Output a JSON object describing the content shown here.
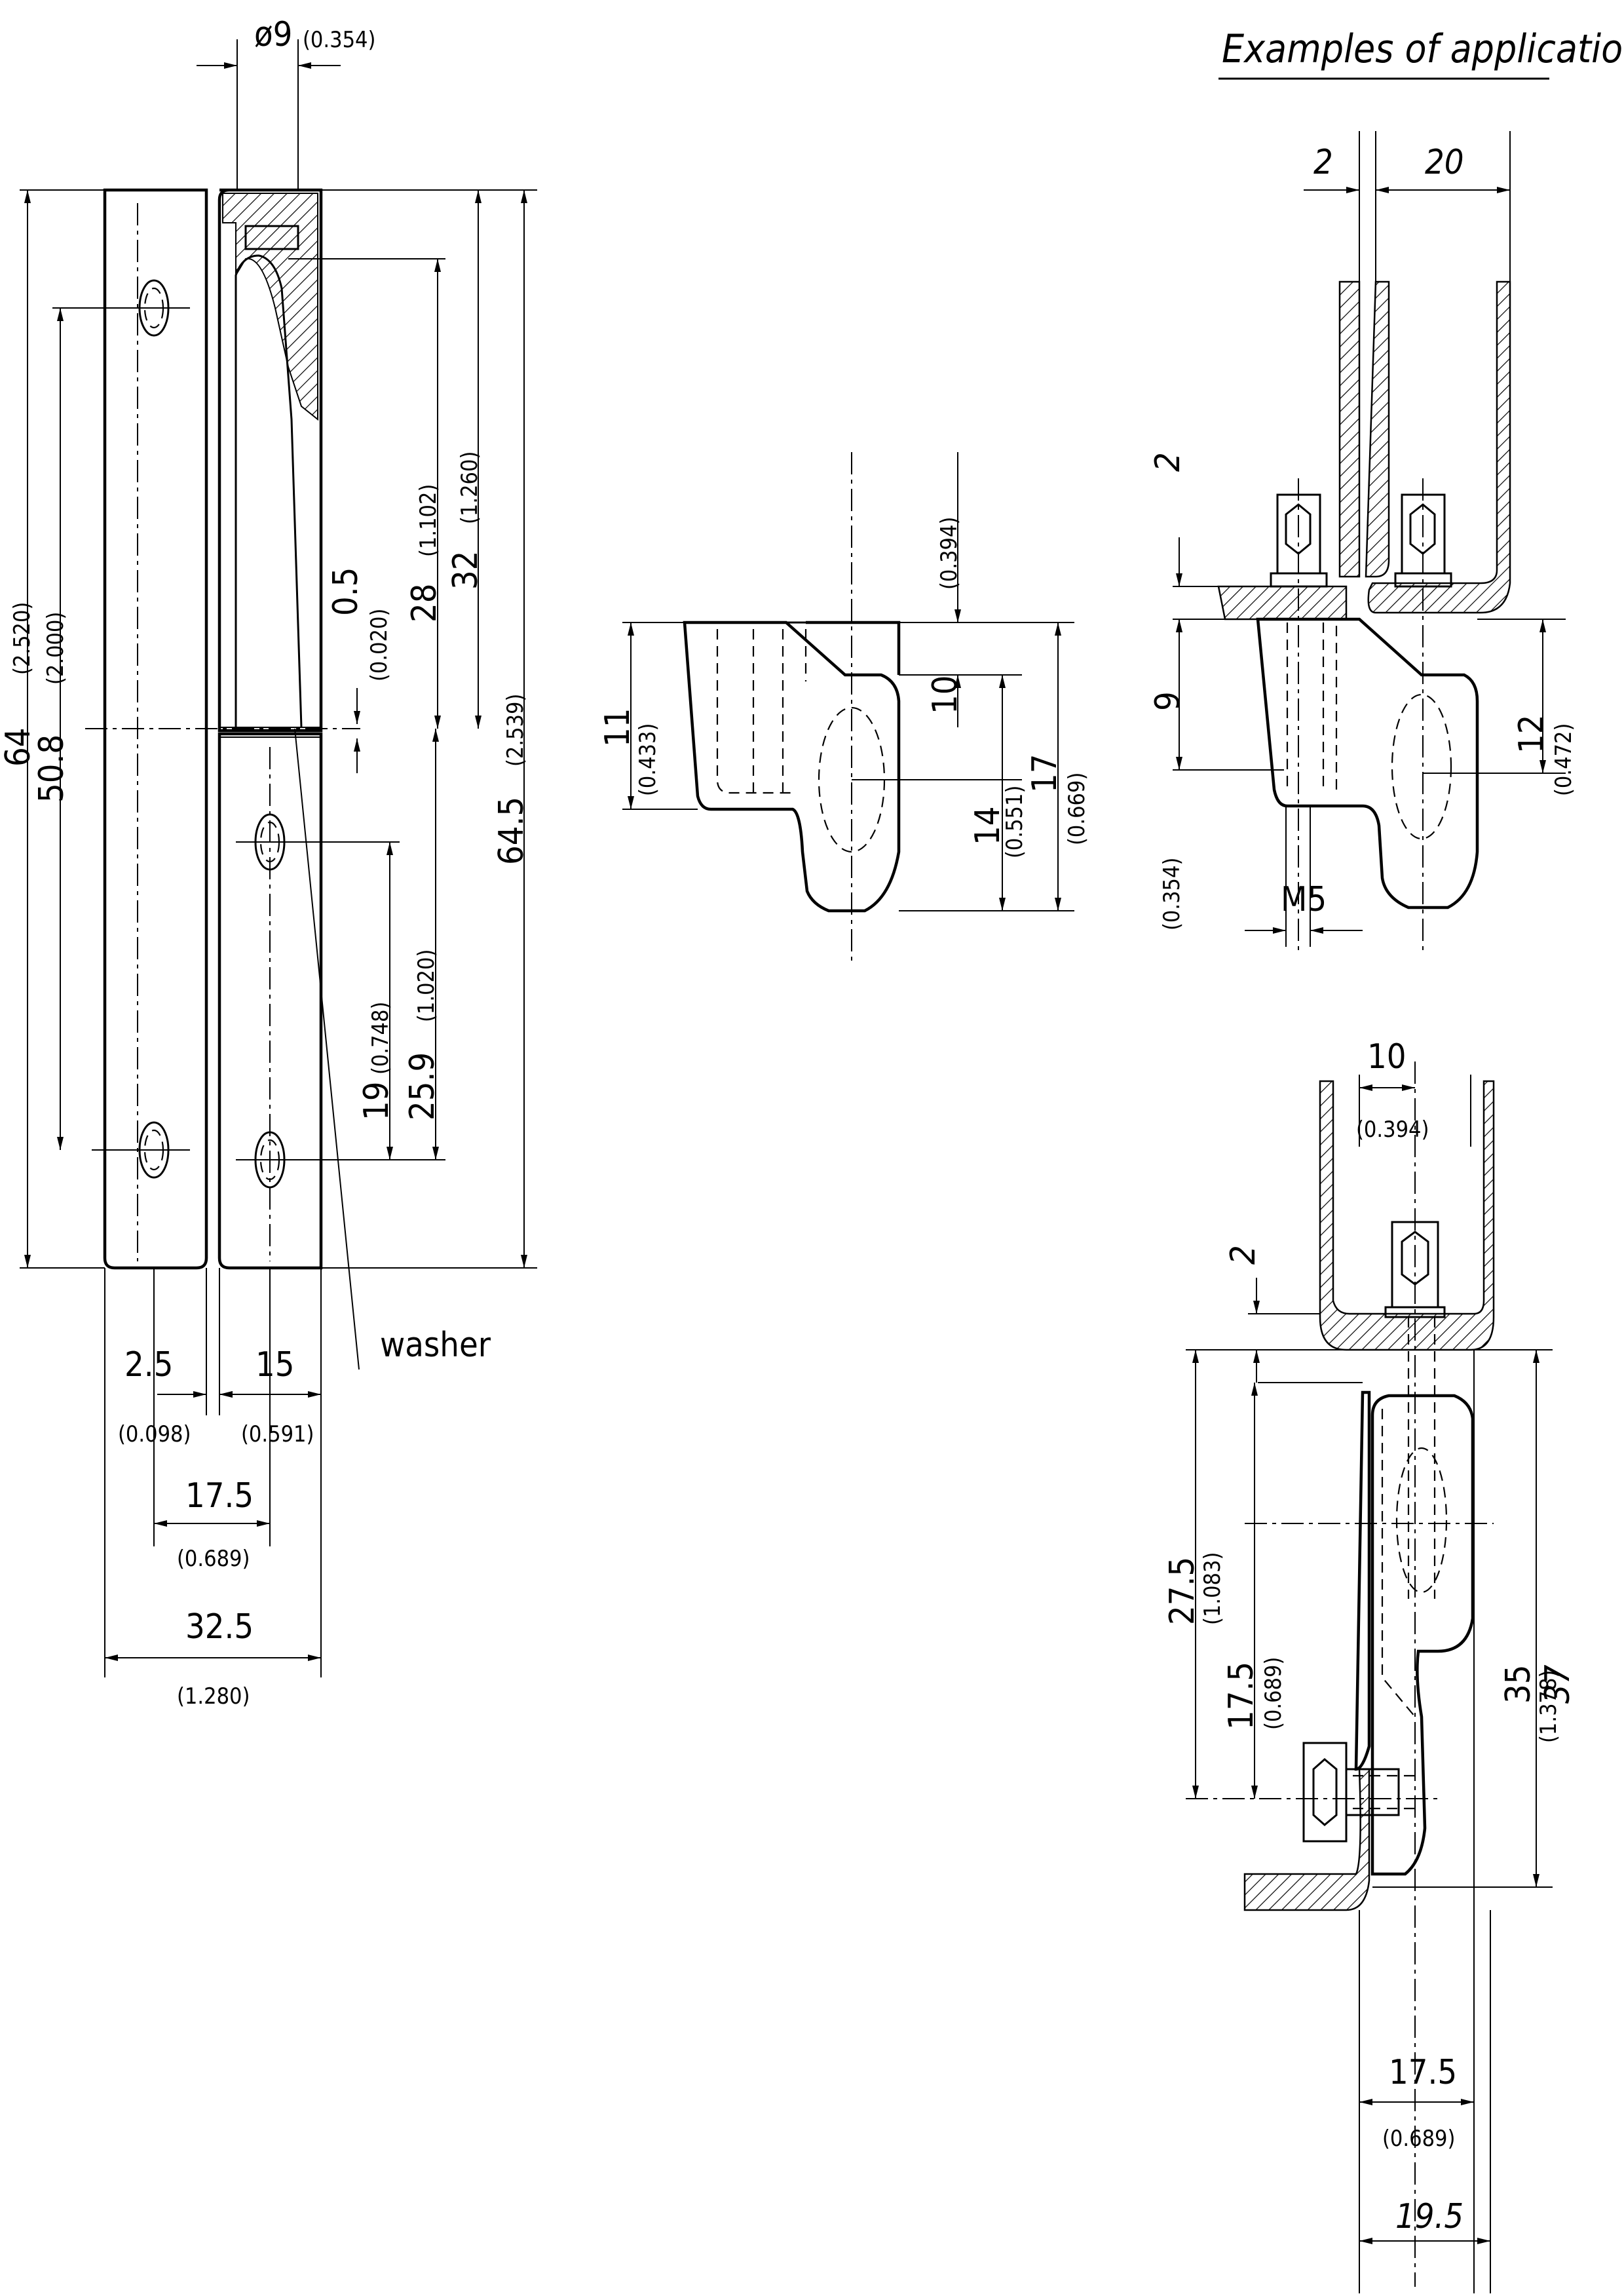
{
  "title": "Examples of application",
  "main_view": {
    "diameter_label": "ø9",
    "diameter_inch": "(0.354)",
    "height_64": "64",
    "height_64_inch": "(2.520)",
    "height_50_8": "50.8",
    "height_50_8_inch": "(2.000)",
    "gap_0_5": "0.5",
    "gap_0_5_inch": "(0.020)",
    "len_28": "28",
    "len_28_inch": "(1.102)",
    "len_32": "32",
    "len_32_inch": "(1.260)",
    "len_64_5": "64.5",
    "len_64_5_inch": "(2.539)",
    "len_19": "19",
    "len_19_inch": "(0.748)",
    "len_25_9": "25.9",
    "len_25_9_inch": "(1.020)",
    "washer_label": "washer",
    "w_2_5": "2.5",
    "w_2_5_inch": "(0.098)",
    "w_15": "15",
    "w_15_inch": "(0.591)",
    "w_17_5": "17.5",
    "w_17_5_inch": "(0.689)",
    "w_32_5": "32.5",
    "w_32_5_inch": "(1.280)"
  },
  "side_view": {
    "d_11": "11",
    "d_11_inch": "(0.433)",
    "d_0_394": "(0.394)",
    "d_10": "10",
    "d_14": "14",
    "d_14_inch": "(0.551)",
    "d_17": "17",
    "d_17_inch": "(0.669)"
  },
  "app1": {
    "d_2_top": "2",
    "d_20": "20",
    "d_2_left": "2",
    "d_9": "9",
    "d_9_inch": "(0.354)",
    "d_12": "12",
    "d_12_inch": "(0.472)",
    "m5": "M5"
  },
  "app2": {
    "d_10": "10",
    "d_10_inch": "(0.394)",
    "d_2": "2",
    "d_27_5": "27.5",
    "d_27_5_inch": "(1.083)",
    "d_17_5": "17.5",
    "d_17_5_inch": "(0.689)",
    "d_35": "35",
    "d_35_inch": "(1.378)",
    "d_37": "37",
    "d_17_5_bottom": "17.5",
    "d_17_5_bottom_inch": "(0.689)",
    "d_19_5": "19.5"
  }
}
